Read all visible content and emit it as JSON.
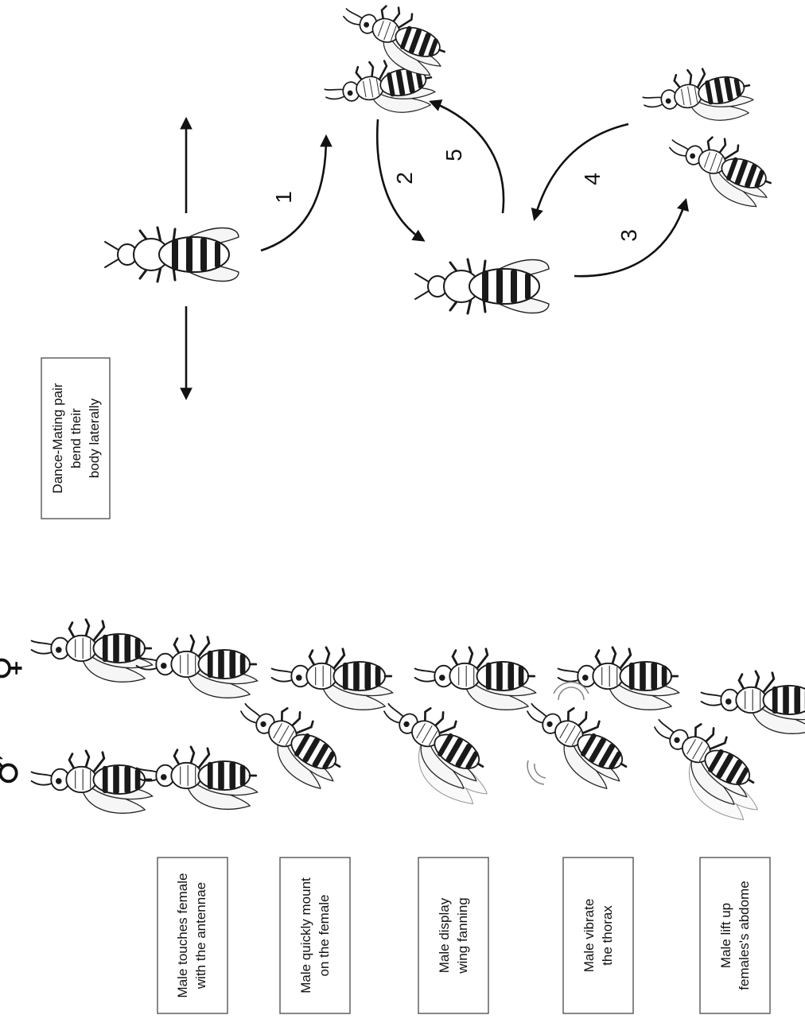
{
  "sex_symbols": {
    "male": "♂",
    "female": "♀"
  },
  "behaviors": [
    {
      "line1": "Male touches female",
      "line2": "with the antennae"
    },
    {
      "line1": "Male quickly mount",
      "line2": "on the female"
    },
    {
      "line1": "Male display",
      "line2": "wing fanning"
    },
    {
      "line1": "Male vibrate",
      "line2": "the thorax"
    },
    {
      "line1": "Male lift up",
      "line2": "females's abdome"
    }
  ],
  "dance_box": {
    "line1": "Dance-Mating pair",
    "line2": "bend their",
    "line3": "body laterally"
  },
  "cycle_steps": [
    "1",
    "2",
    "3",
    "4",
    "5"
  ]
}
